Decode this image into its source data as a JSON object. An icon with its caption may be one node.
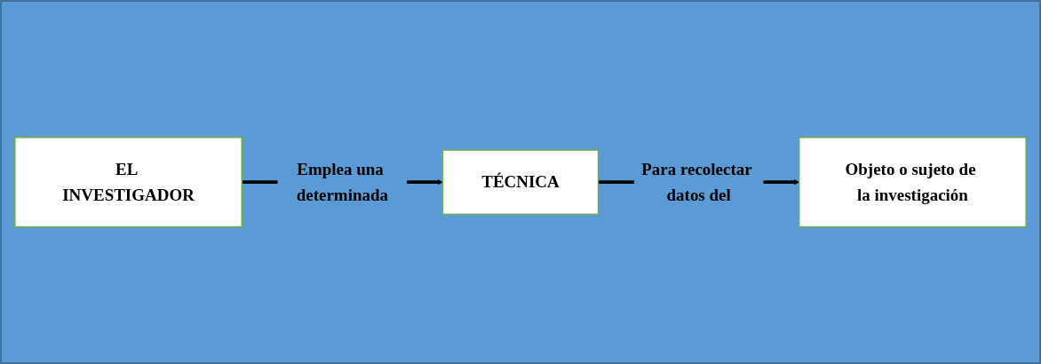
{
  "diagram": {
    "nodes": [
      {
        "text": [
          "EL INVESTIGADOR"
        ]
      },
      {
        "text": [
          "TÉCNICA"
        ]
      },
      {
        "text": [
          "Objeto o sujeto de la investigación"
        ]
      }
    ],
    "edges": [
      {
        "from": 0,
        "to": 1,
        "arrow": "to",
        "label": "Emplea una determinada"
      },
      {
        "from": 1,
        "to": 2,
        "arrow": "to",
        "label": "Para recolectar datos del"
      }
    ]
  }
}
